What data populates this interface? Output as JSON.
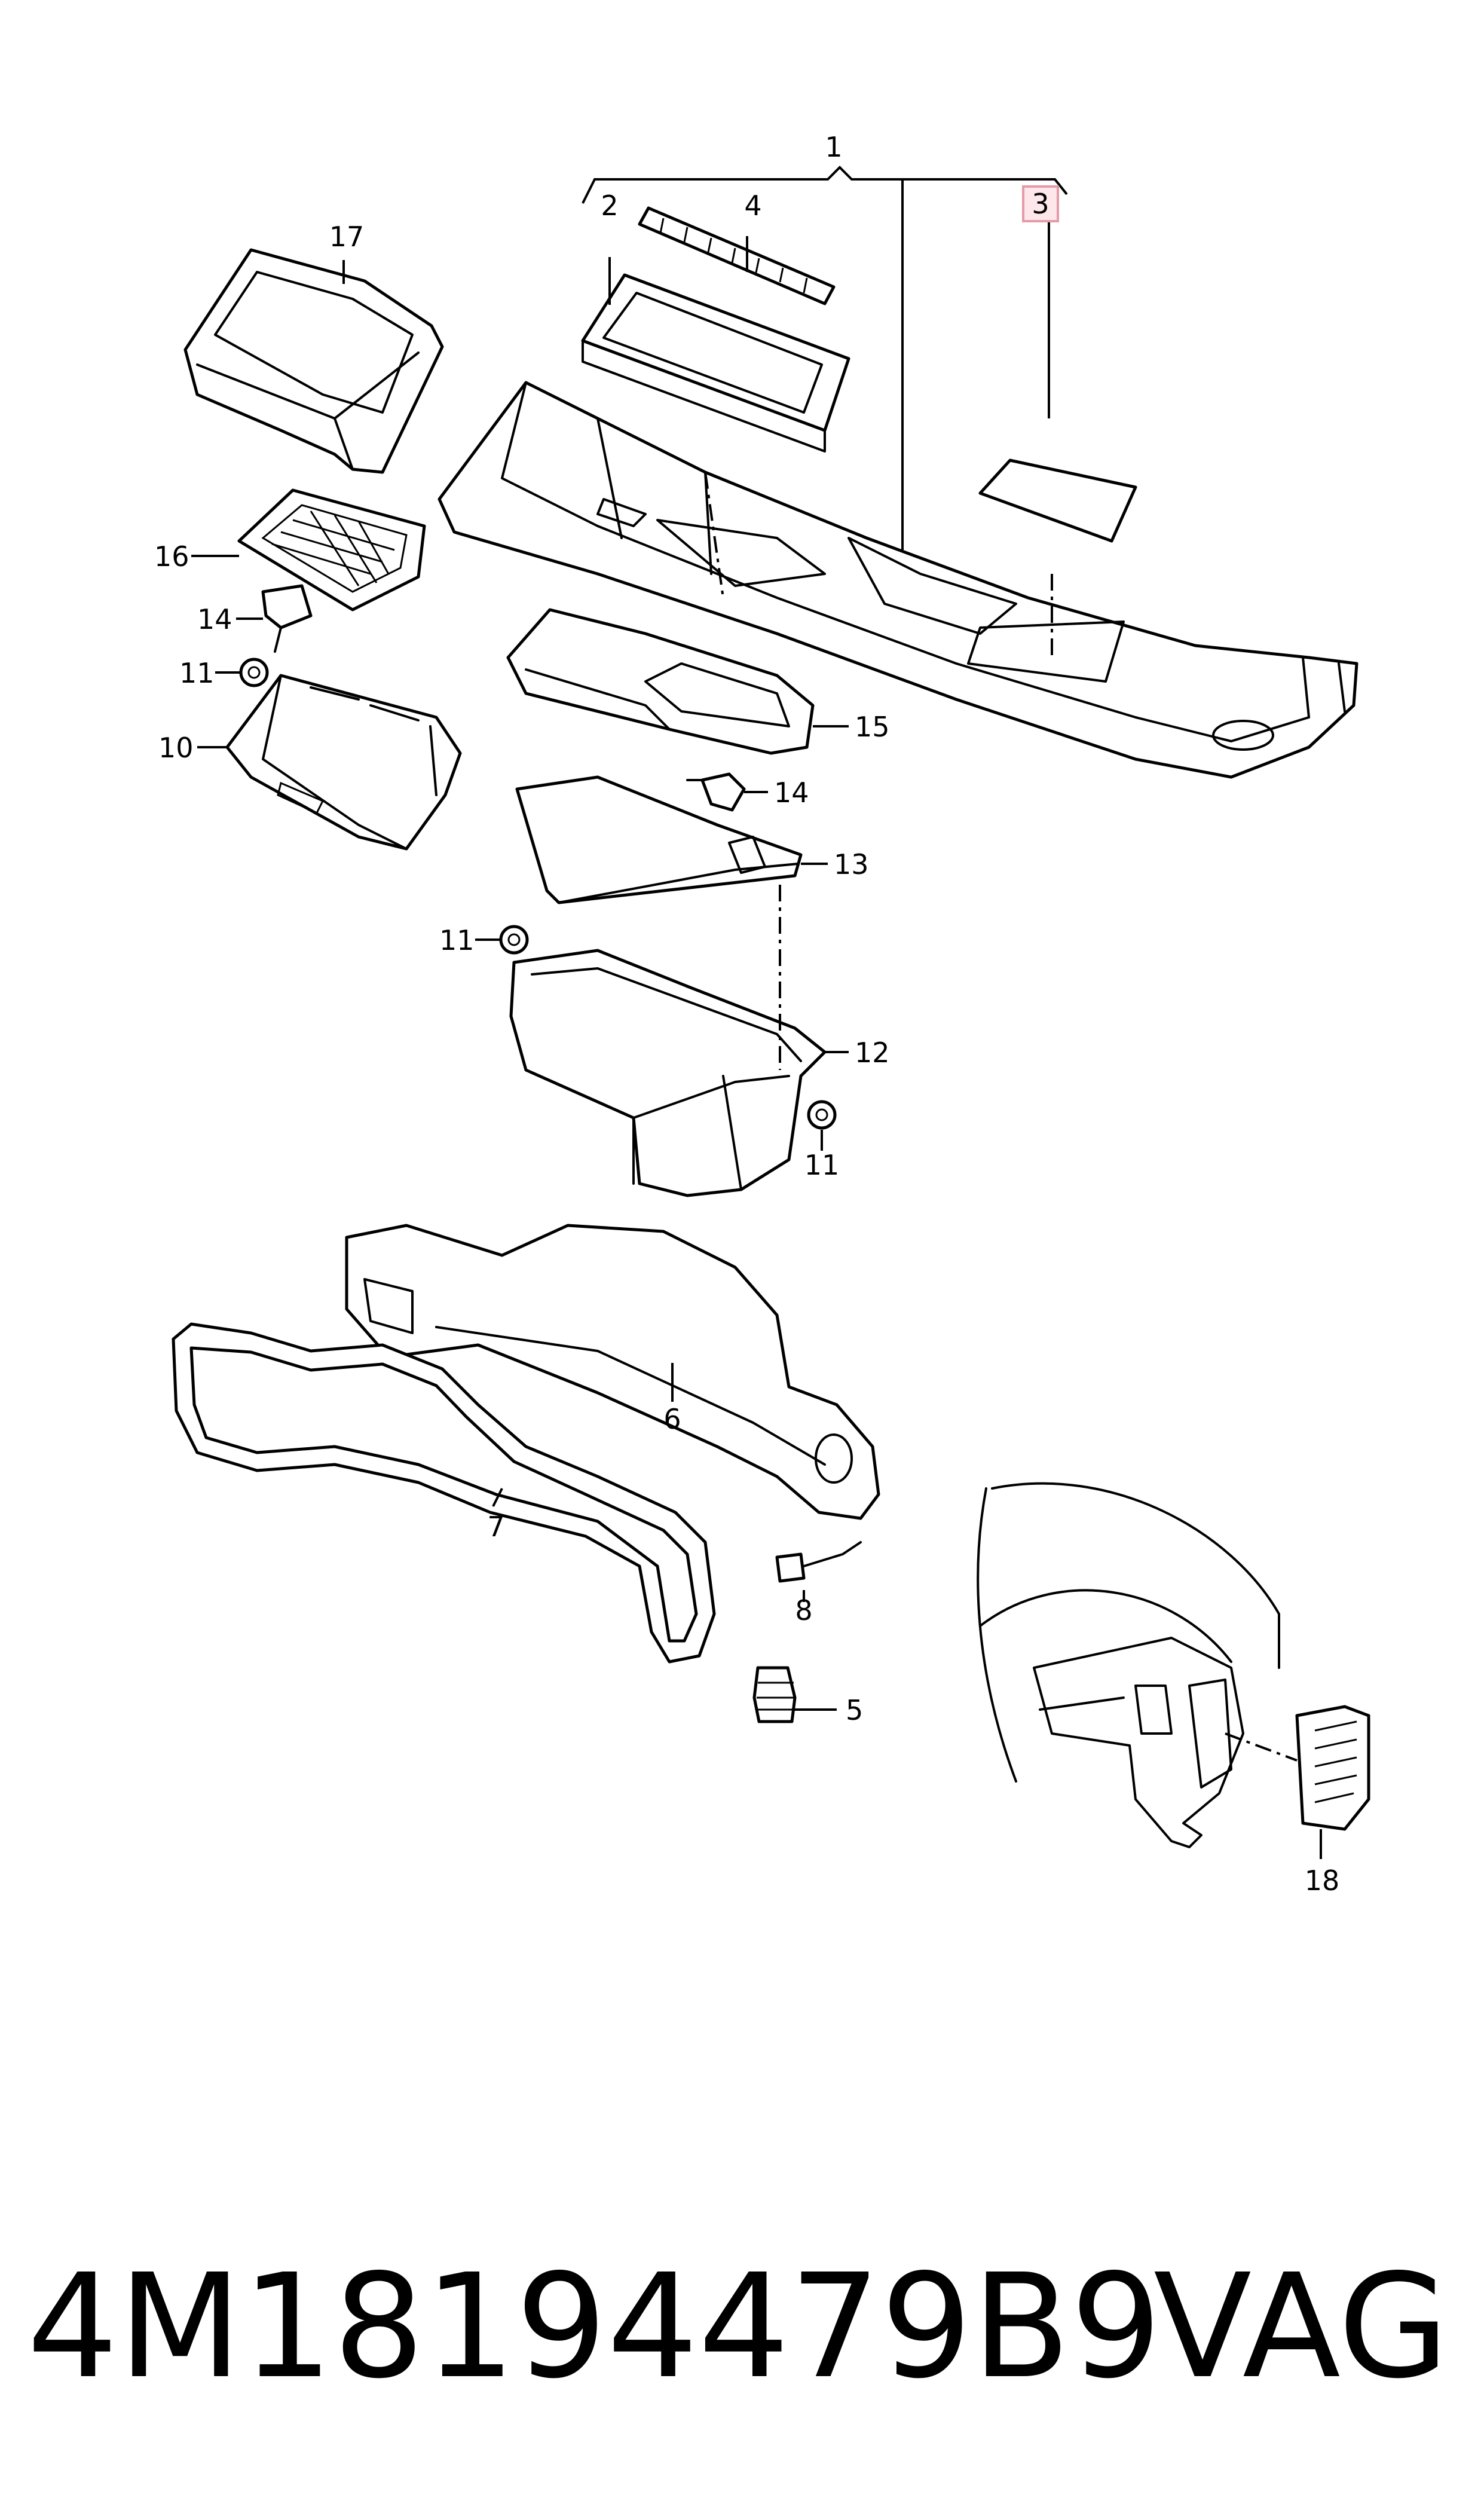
{
  "callouts": [
    "1",
    "2",
    "3",
    "4",
    "5",
    "6",
    "7",
    "8",
    "10",
    "11",
    "11",
    "11",
    "12",
    "13",
    "14",
    "14",
    "15",
    "16",
    "17",
    "18"
  ],
  "highlighted_callout": "3",
  "highlight_color": "#e59aa7",
  "part_number": "4M18194479B9",
  "brand": "VAG"
}
